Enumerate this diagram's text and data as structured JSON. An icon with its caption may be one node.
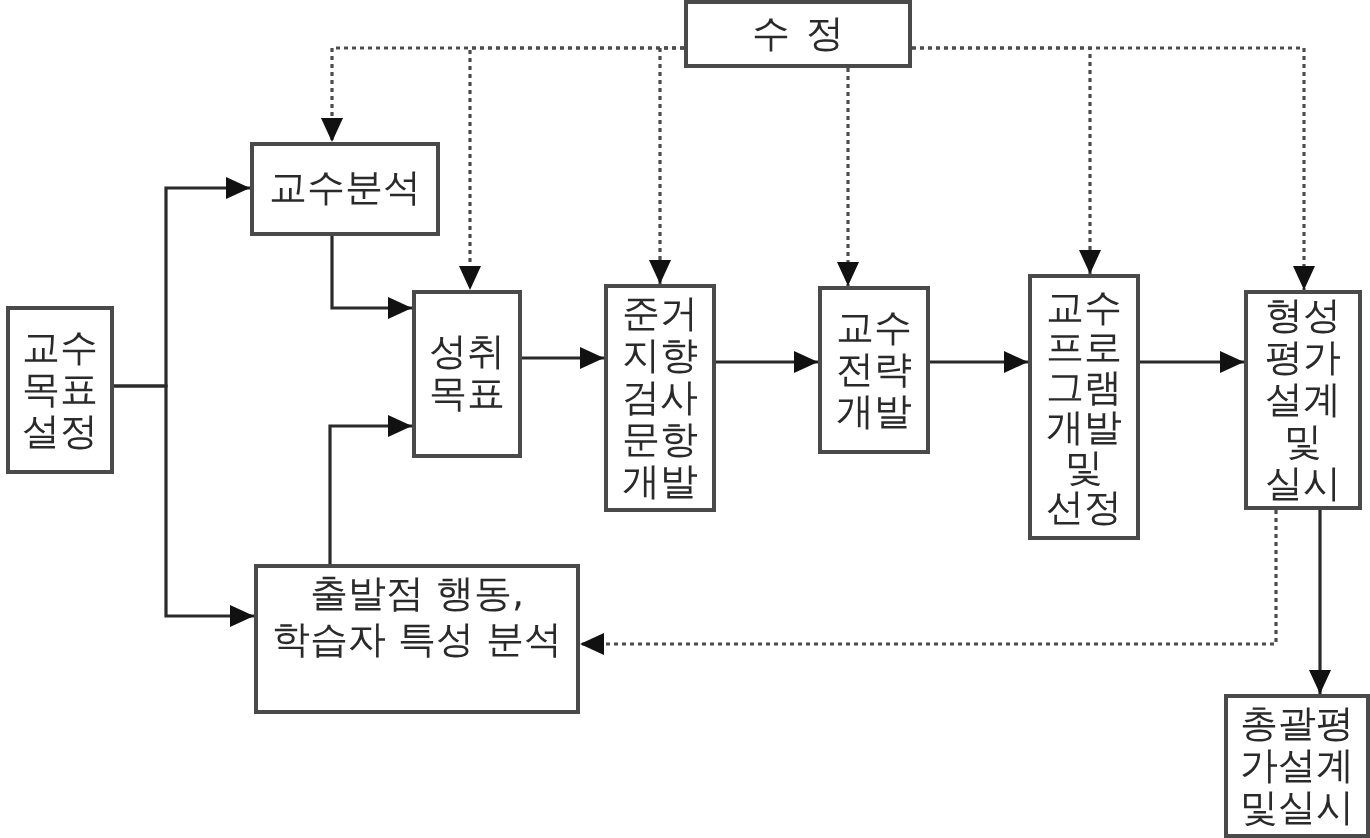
{
  "diagram": {
    "nodes": [
      {
        "text": [
          "교수목표 설정"
        ]
      },
      {
        "text": [
          "교수분석"
        ]
      },
      {
        "text": [
          "수 정"
        ]
      },
      {
        "text": [
          "성취목표"
        ]
      },
      {
        "text": [
          "준거지향 검사문항 개발"
        ]
      },
      {
        "text": [
          "교수전략 개발"
        ]
      },
      {
        "text": [
          "교수프로그램 개발 및 선정"
        ]
      },
      {
        "text": [
          "형성평가 설계 및 실시"
        ]
      },
      {
        "text": [
          "출발점 행동, 학습자 특성 분석"
        ]
      },
      {
        "text": [
          "총괄평가설계및실시"
        ]
      }
    ],
    "edges": [
      {
        "from": 0,
        "to": 1,
        "arrow": "to"
      },
      {
        "from": 0,
        "to": 8,
        "arrow": "to"
      },
      {
        "from": 1,
        "to": 3,
        "arrow": "to"
      },
      {
        "from": 8,
        "to": 3,
        "arrow": "to"
      },
      {
        "from": 3,
        "to": 4,
        "arrow": "to"
      },
      {
        "from": 4,
        "to": 5,
        "arrow": "to"
      },
      {
        "from": 5,
        "to": 6,
        "arrow": "to"
      },
      {
        "from": 6,
        "to": 7,
        "arrow": "to"
      },
      {
        "from": 7,
        "to": 9,
        "arrow": "to"
      },
      {
        "from": 2,
        "to": 1,
        "arrow": "to",
        "style": "dashed"
      },
      {
        "from": 2,
        "to": 3,
        "arrow": "to",
        "style": "dashed"
      },
      {
        "from": 2,
        "to": 4,
        "arrow": "to",
        "style": "dashed"
      },
      {
        "from": 2,
        "to": 5,
        "arrow": "to",
        "style": "dashed"
      },
      {
        "from": 2,
        "to": 6,
        "arrow": "to",
        "style": "dashed"
      },
      {
        "from": 2,
        "to": 7,
        "arrow": "to",
        "style": "dashed"
      },
      {
        "from": 7,
        "to": 8,
        "arrow": "to",
        "style": "dashed"
      }
    ]
  }
}
